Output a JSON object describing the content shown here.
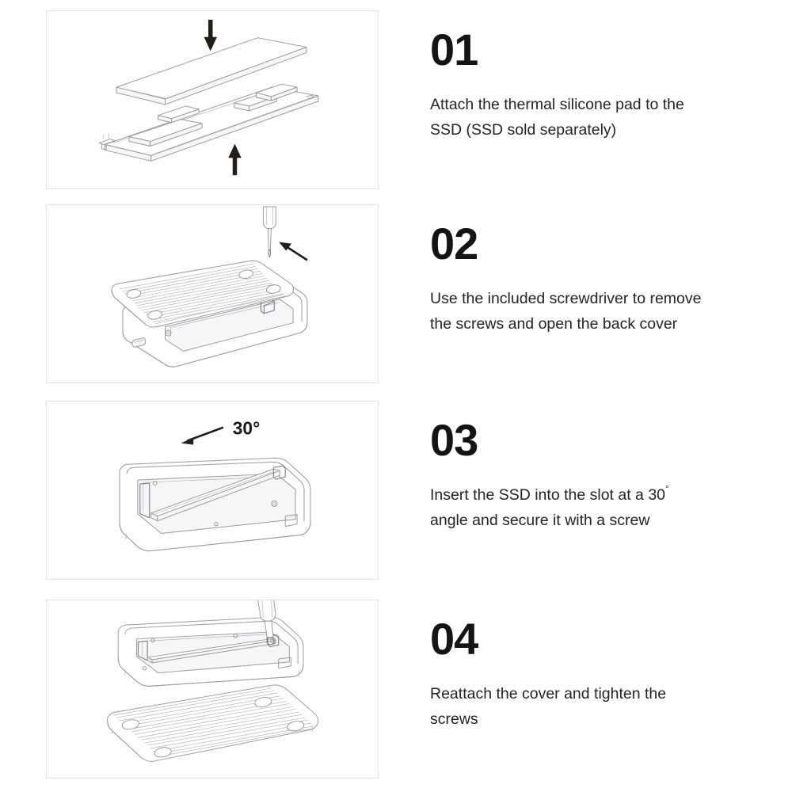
{
  "document": {
    "type": "product-instruction-sheet",
    "subject": "M.2 NVMe SSD enclosure installation guide",
    "background_color": "#ffffff",
    "panel_border_color": "#e3e3e3",
    "line_art_color": "#9a9a9e",
    "number_color": "#141414",
    "text_color": "#242424"
  },
  "steps": [
    {
      "number": "01",
      "text_line_1": "Attach the thermal silicone pad to the",
      "text_line_2": "SSD (SSD sold separately)",
      "illustration": {
        "name": "thermal-pad-over-ssd",
        "description": "Isometric line drawing of a thermal silicone pad floating above an M.2 SSD board with memory chips and a keyed edge connector",
        "annotations": [
          "arrow-down",
          "arrow-up"
        ]
      }
    },
    {
      "number": "02",
      "text_line_1": "Use the included screwdriver to remove",
      "text_line_2": "the screws and open the back cover",
      "illustration": {
        "name": "unscrew-and-open-cover",
        "description": "Isometric line drawing of a ribbed aluminium cover being lifted from an enclosure base, with a screwdriver at a corner screw and a USB-C port on the side",
        "annotations": [
          "screwdriver",
          "arrow-diagonal-up-left"
        ]
      }
    },
    {
      "number": "03",
      "text_line_1_pre": "Insert the SSD into the slot at a 30",
      "text_line_1_deg": "°",
      "text_line_2": "angle and secure it with a screw",
      "illustration": {
        "name": "insert-ssd-at-angle",
        "description": "Isometric line drawing of the open enclosure base with an SSD inserted into the M.2 slot at an angle",
        "annotations": [
          "arrow-diagonal-left",
          "angle-label"
        ],
        "angle_label": "30°"
      }
    },
    {
      "number": "04",
      "text_line_1": "Reattach the cover and tighten the",
      "text_line_2": "screws",
      "illustration": {
        "name": "reattach-cover-tighten-screws",
        "description": "Isometric line drawing of the enclosure base with a screwdriver tightening a screw, and the ribbed cover plate lying below",
        "annotations": [
          "screwdriver"
        ]
      }
    }
  ]
}
